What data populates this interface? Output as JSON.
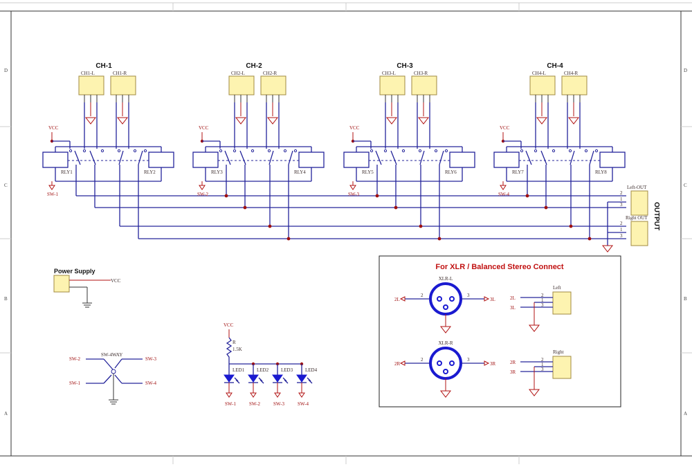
{
  "frame": {
    "rows": [
      "D",
      "C",
      "B",
      "A"
    ]
  },
  "channels": [
    {
      "title": "CH-1",
      "left": "CH1-L",
      "right": "CH1-R",
      "relay_a": "RLY1",
      "relay_b": "RLY2",
      "sw": "SW-1"
    },
    {
      "title": "CH-2",
      "left": "CH2-L",
      "right": "CH2-R",
      "relay_a": "RLY3",
      "relay_b": "RLY4",
      "sw": "SW-2"
    },
    {
      "title": "CH-3",
      "left": "CH3-L",
      "right": "CH3-R",
      "relay_a": "RLY5",
      "relay_b": "RLY6",
      "sw": "SW-3"
    },
    {
      "title": "CH-4",
      "left": "CH4-L",
      "right": "CH4-R",
      "relay_a": "RLY7",
      "relay_b": "RLY8",
      "sw": "SW-4"
    }
  ],
  "vcc": "VCC",
  "output": {
    "title": "OUTPUT",
    "left": "Left-OUT",
    "right": "Right OUT",
    "pins_left": [
      "2",
      "1",
      "3"
    ],
    "pins_right": [
      "2",
      "1",
      "3"
    ]
  },
  "power": {
    "title": "Power Supply",
    "net": "VCC"
  },
  "switch": {
    "name": "SW-4WAY",
    "nets": [
      "SW-2",
      "SW-3",
      "SW-1",
      "SW-4"
    ]
  },
  "leds": {
    "vcc": "VCC",
    "resistor": "R",
    "value": "1.5K",
    "items": [
      "LED1",
      "LED2",
      "LED3",
      "LED4"
    ],
    "nets": [
      "SW-1",
      "SW-2",
      "SW-3",
      "SW-4"
    ]
  },
  "xlr": {
    "title": "For XLR / Balanced Stereo Connect",
    "xlr_l": "XLR-L",
    "xlr_r": "XLR-R",
    "l_pin2_net": "2L",
    "l_pin3_net": "3L",
    "r_pin2_net": "2R",
    "r_pin3_net": "3R",
    "left": "Left",
    "right": "Right",
    "pin2": "2",
    "pin3": "3",
    "pin1": "1"
  },
  "colors": {
    "wire": "#24249a",
    "net": "#b01010",
    "title": "#c01010",
    "connector": "#fdf3b0"
  }
}
